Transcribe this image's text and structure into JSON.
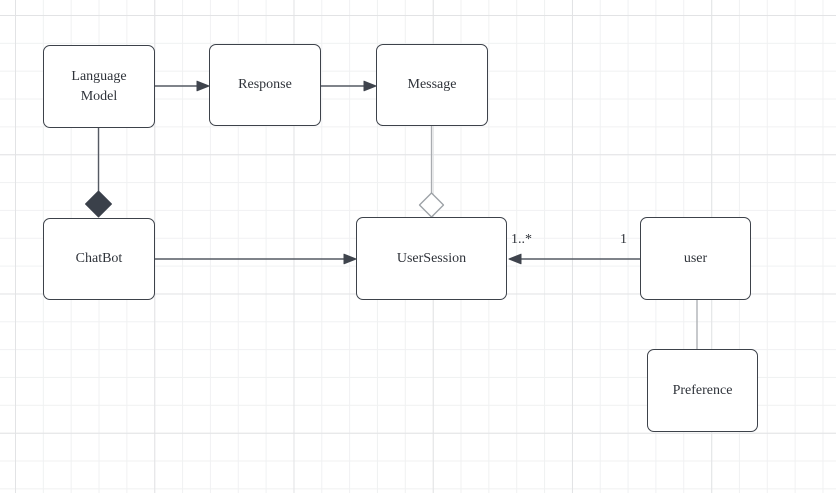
{
  "nodes": {
    "language_model": {
      "label": "Language\nModel"
    },
    "response": {
      "label": "Response"
    },
    "message": {
      "label": "Message"
    },
    "chatbot": {
      "label": "ChatBot"
    },
    "user_session": {
      "label": "UserSession"
    },
    "user": {
      "label": "user"
    },
    "preference": {
      "label": "Preference"
    }
  },
  "edges": {
    "user_user_session": {
      "target_multiplicity": "1..*",
      "source_multiplicity": "1"
    }
  },
  "colors": {
    "canvas_bg": "#ffffff",
    "grid_minor": "#f0f1f2",
    "grid_major": "#e2e3e5",
    "node_fill": "#ffffff",
    "node_border": "#3d424a",
    "edge_dark": "#555a63",
    "edge_light": "#a9acb0",
    "arrowhead": "#3f444d",
    "composition_diamond_fill": "#3a404a",
    "aggregation_diamond_stroke": "#9ba0a5",
    "text": "#2f333a"
  }
}
